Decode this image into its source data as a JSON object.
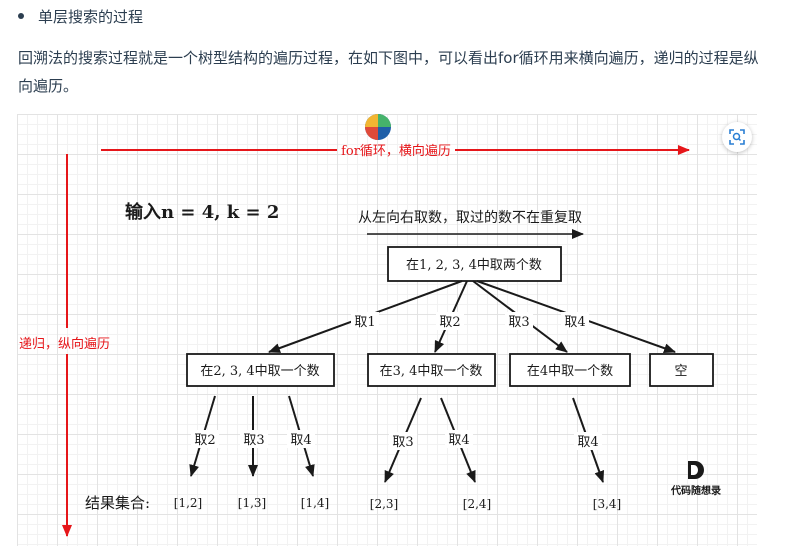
{
  "section": {
    "bullet_title": "单层搜索的过程",
    "paragraph": "回溯法的搜索过程就是一个树型结构的遍历过程，在如下图中，可以看出for循环用来横向遍历，递归的过程是纵向遍历。"
  },
  "diagram": {
    "top_arrow_label": "for循环，横向遍历",
    "left_arrow_label": "递归，纵向遍历",
    "input_label": "输入n = 4, k = 2",
    "direction_note": "从左向右取数，取过的数不在重复取",
    "root_node": "在1, 2, 3, 4中取两个数",
    "level1_nodes": [
      "在2, 3, 4中取一个数",
      "在3, 4中取一个数",
      "在4中取一个数",
      "空"
    ],
    "level1_edges": [
      "取1",
      "取2",
      "取3",
      "取4"
    ],
    "level2_edges": [
      "取2",
      "取3",
      "取4",
      "取3",
      "取4",
      "取4"
    ],
    "results_label": "结果集合:",
    "results": [
      "[1,2]",
      "[1,3]",
      "[1,4]",
      "[2,3]",
      "[2,4]",
      "[3,4]"
    ],
    "watermark": "代码随想录",
    "colors": {
      "arrow_red": "#e6161a",
      "line_black": "#1a1a1a"
    }
  },
  "controls": {
    "zoom_icon": "zoom-icon"
  }
}
